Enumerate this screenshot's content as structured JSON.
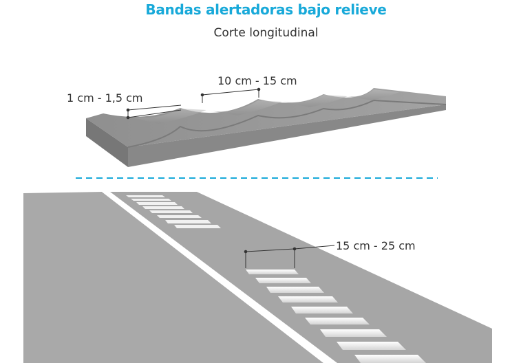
{
  "title": "Bandas alertadoras bajo relieve",
  "subtitle": "Corte longitudinal",
  "dimensions": {
    "depth": "1  cm - 1,5 cm",
    "spacing": "10 cm - 15 cm",
    "width": "15 cm - 25 cm"
  },
  "colors": {
    "title": "#18a9d9",
    "separator": "#18a9d9",
    "road": "#a8a8a8",
    "stripe": "#ffffff",
    "text": "#333333"
  }
}
